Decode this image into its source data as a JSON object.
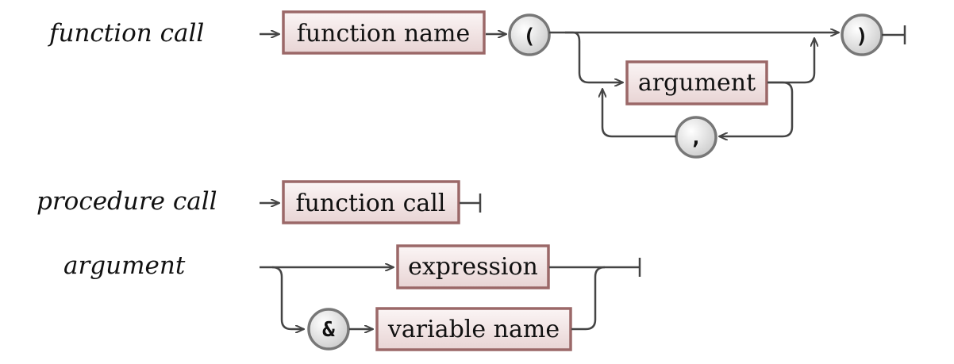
{
  "rules": [
    {
      "label": "function call",
      "function_name": "function name",
      "open_paren": "(",
      "argument": "argument",
      "comma": ",",
      "close_paren": ")"
    },
    {
      "label": "procedure call",
      "function_call": "function call"
    },
    {
      "label": "argument",
      "expression": "expression",
      "ampersand": "&",
      "variable_name": "variable name"
    }
  ],
  "colors": {
    "box_border": "#9b6868",
    "box_fill_top": "#fbf5f5",
    "box_fill_bottom": "#e8d4d4",
    "circle_border": "#777777",
    "circle_fill_light": "#ffffff",
    "circle_fill_dark": "#c8c8c8",
    "line": "#444444"
  }
}
